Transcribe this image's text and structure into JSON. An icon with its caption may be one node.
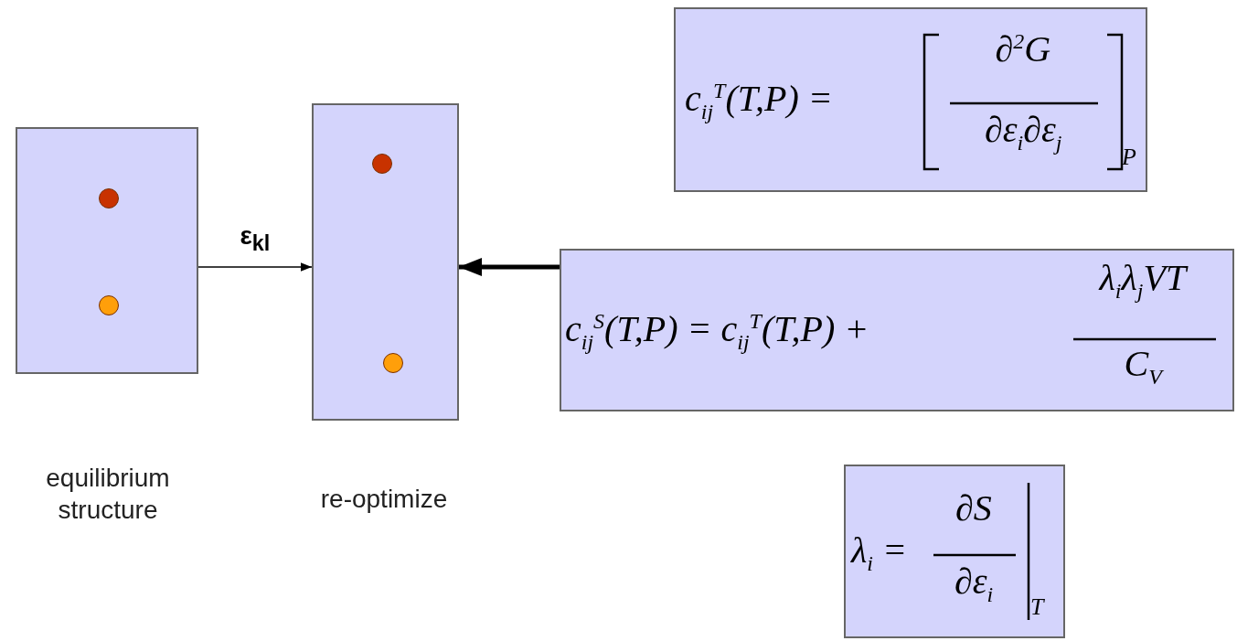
{
  "diagram": {
    "nodes": [
      {
        "text": [],
        "shape": "box",
        "beside": [
          "equilibrium structure"
        ]
      },
      {
        "text": [],
        "shape": "box",
        "beside": [
          "re-optimize"
        ]
      },
      {
        "text": [
          "c$_{ij}$$^{T}$(T,P) =",
          "∂$^{2}$G",
          "∂ε$_{i}$∂ε$_{j}$",
          "P"
        ]
      },
      {
        "text": [
          "c$_{ij}$$^{S}$(T,P) = c$_{ij}$$^{T}$(T,P) +",
          "λ$_{i}$λ$_{j}$VT",
          "C$_{V}$"
        ]
      },
      {
        "text": [
          "λ$_{i}$ =",
          "∂S",
          "∂ε$_{i}$",
          "T"
        ]
      }
    ],
    "edges": [
      {
        "from": 0,
        "to": 1,
        "arrow": "to",
        "label": "ε$_{kl}$"
      },
      {
        "from": 3,
        "to": 1,
        "arrow": "to",
        "style": "thick"
      }
    ]
  }
}
